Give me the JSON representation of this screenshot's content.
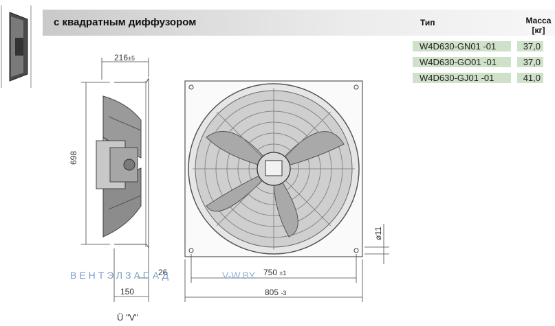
{
  "header": {
    "title": "с квадратным диффузором",
    "col_type": "Тип",
    "col_mass": "Масса",
    "col_mass_unit": "[кг]"
  },
  "models": [
    {
      "type": "W4D630-GN01 -01",
      "mass": "37,0"
    },
    {
      "type": "W4D630-GO01 -01",
      "mass": "37,0"
    },
    {
      "type": "W4D630-GJ01 -01",
      "mass": "41,0"
    }
  ],
  "dimensions": {
    "depth": "216",
    "depth_tol": "±5",
    "height": "698",
    "bracket": "26",
    "mount": "150",
    "bolt_spacing": "750",
    "bolt_tol": "±1",
    "frame_width": "805",
    "frame_tol": "-3",
    "hole": "ø11"
  },
  "watermark": {
    "brand": "ВЕНТЭЛЗАПАД",
    "url": "V-W.BY"
  },
  "view_label": "Ü \"V\"",
  "colors": {
    "table_cell": "#cfe1c8",
    "header_bar": "#d9d9d9",
    "brand": "#7a9dc8"
  }
}
